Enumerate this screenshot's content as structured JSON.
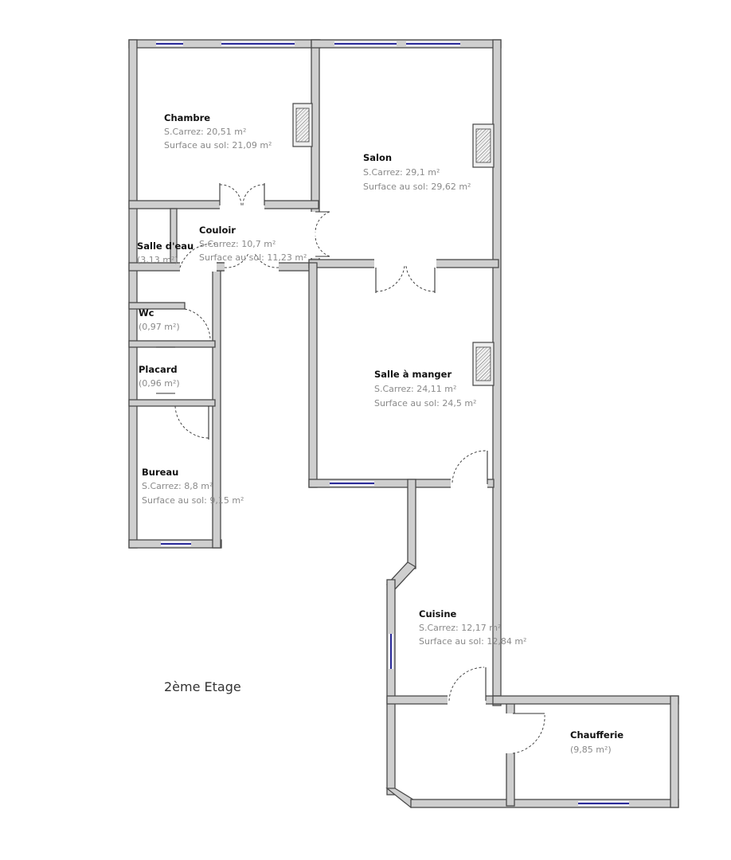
{
  "floor_label": "2ème Etage",
  "rooms": [
    {
      "id": "chambre",
      "name": "Chambre",
      "carrez": "S.Carrez: 20,51 m²",
      "surface": "Surface au sol: 21,09 m²"
    },
    {
      "id": "salon",
      "name": "Salon",
      "carrez": "S.Carrez: 29,1 m²",
      "surface": "Surface au sol: 29,62 m²"
    },
    {
      "id": "couloir",
      "name": "Couloir",
      "carrez": "S.Carrez: 10,7 m²",
      "surface": "Surface au sol: 11,23 m²"
    },
    {
      "id": "salle-eau",
      "name": "Salle d'eau",
      "area": "(3,13 m²)"
    },
    {
      "id": "wc",
      "name": "Wc",
      "area": "(0,97 m²)"
    },
    {
      "id": "placard",
      "name": "Placard",
      "area": "(0,96 m²)"
    },
    {
      "id": "bureau",
      "name": "Bureau",
      "carrez": "S.Carrez: 8,8 m²",
      "surface": "Surface au sol: 9,15 m²"
    },
    {
      "id": "salle-manger",
      "name": "Salle à manger",
      "carrez": "S.Carrez: 24,11 m²",
      "surface": "Surface au sol: 24,5 m²"
    },
    {
      "id": "cuisine",
      "name": "Cuisine",
      "carrez": "S.Carrez: 12,17 m²",
      "surface": "Surface au sol: 12,84 m²"
    },
    {
      "id": "chaufferie",
      "name": "Chaufferie",
      "area": "(9,85 m²)"
    }
  ],
  "colors": {
    "wall": "#cfcfcf",
    "wall_outline": "#4a4a4a",
    "window": "#2d2d9a"
  },
  "icons": [
    "chimney-icon",
    "door-icon",
    "window-icon"
  ]
}
